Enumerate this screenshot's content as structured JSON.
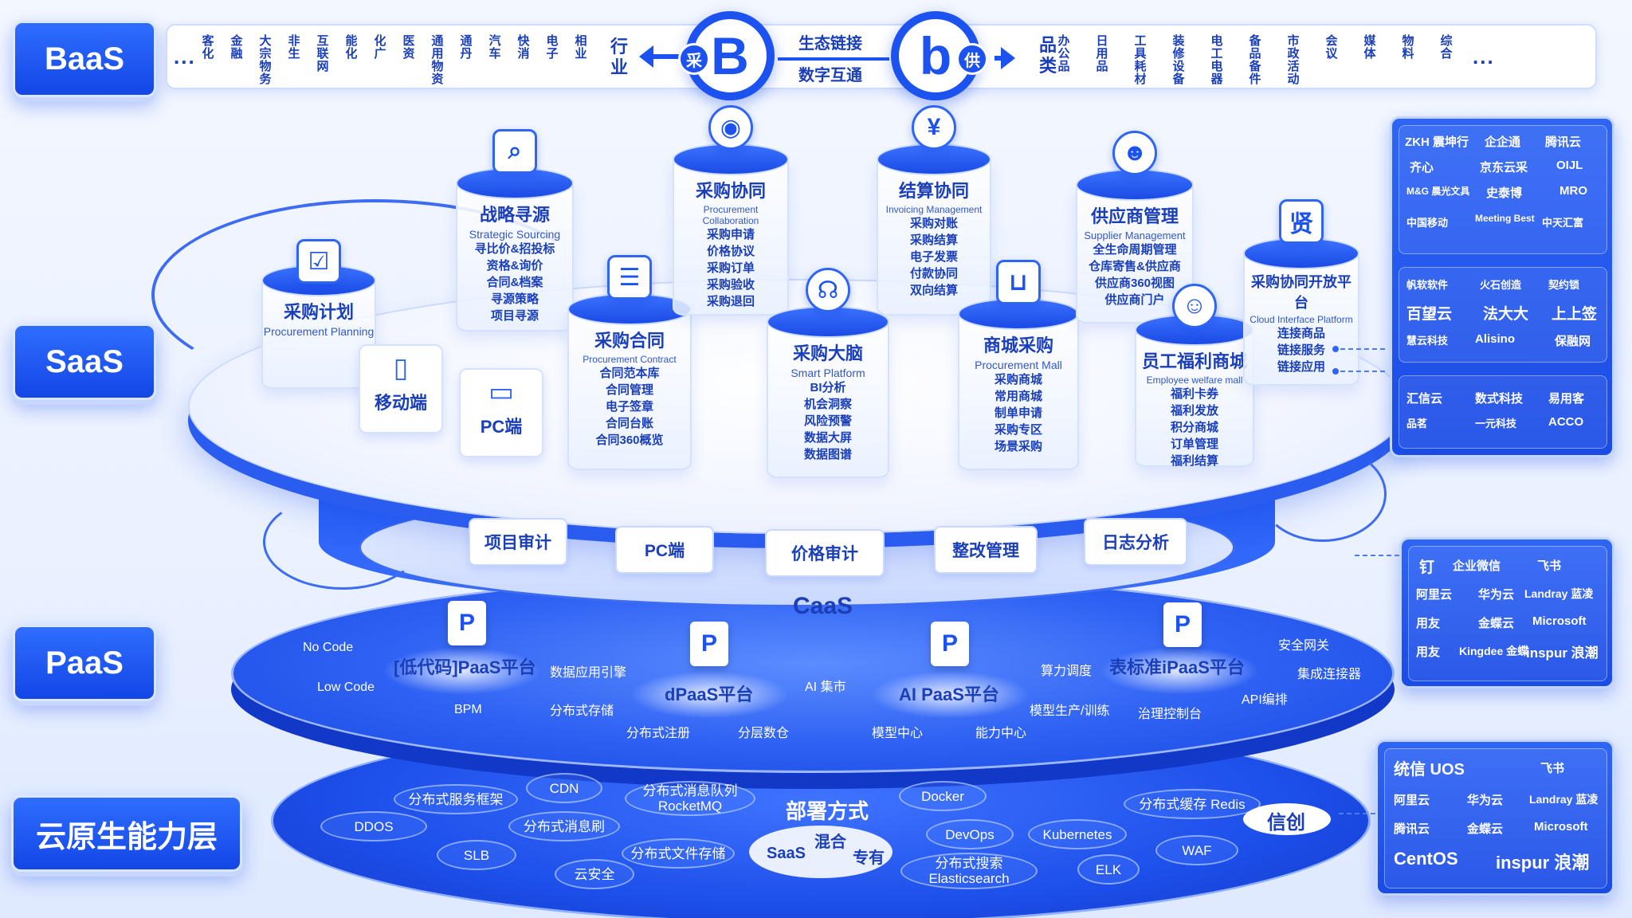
{
  "layers": {
    "baas": "BaaS",
    "saas": "SaaS",
    "paas": "PaaS",
    "cloud": "云原生能力层"
  },
  "topbar": {
    "left_industries": [
      "客化",
      "金融",
      "大宗物务",
      "非生",
      "互联网",
      "能化",
      "化广",
      "医资",
      "通用物资",
      "通丹",
      "汽车",
      "快消",
      "电子",
      "相业"
    ],
    "left_dots": "...",
    "industry_label": "行业",
    "buyer_letter": "B",
    "buyer_tag": "采",
    "link_top": "生态链接",
    "link_bottom": "数字互通",
    "seller_letter": "b",
    "seller_tag": "供",
    "category_label": "品类",
    "right_categories": [
      "办公品",
      "日用品",
      "工具耗材",
      "装修设备",
      "电工电器",
      "备品备件",
      "市政活动",
      "会议",
      "媒体",
      "物料",
      "综合"
    ],
    "right_dots": "..."
  },
  "saas": {
    "plan": {
      "title": "采购计划",
      "sub": "Procurement Planning"
    },
    "mobile": "移动端",
    "pc": "PC端",
    "sourcing": {
      "title": "战略寻源",
      "sub": "Strategic Sourcing",
      "items": [
        "寻比价&招投标",
        "资格&询价",
        "合同&档案",
        "寻源策略",
        "项目寻源"
      ]
    },
    "contract": {
      "title": "采购合同",
      "sub": "Procurement Contract",
      "items": [
        "合同范本库",
        "合同管理",
        "电子签章",
        "合同台账",
        "合同360概览"
      ]
    },
    "collab": {
      "title": "采购协同",
      "sub": "Procurement Collaboration",
      "items": [
        "采购申请",
        "价格协议",
        "采购订单",
        "采购验收",
        "采购退回"
      ]
    },
    "brain": {
      "title": "采购大脑",
      "sub": "Smart Platform",
      "items": [
        "BI分析",
        "机会洞察",
        "风险预警",
        "数据大屏",
        "数据图谱"
      ]
    },
    "settle": {
      "title": "结算协同",
      "sub": "Invoicing Management",
      "items": [
        "采购对账",
        "采购结算",
        "电子发票",
        "付款协同",
        "双向结算"
      ]
    },
    "mall": {
      "title": "商城采购",
      "sub": "Procurement Mall",
      "items": [
        "采购商城",
        "常用商城",
        "制单申请",
        "采购专区",
        "场景采购"
      ]
    },
    "supplier": {
      "title": "供应商管理",
      "sub": "Supplier Management",
      "items": [
        "全生命周期管理",
        "仓库寄售&供应商",
        "供应商360视图",
        "供应商门户"
      ]
    },
    "welfare": {
      "title": "员工福利商城",
      "sub": "Employee welfare mall",
      "items": [
        "福利卡券",
        "福利发放",
        "积分商城",
        "订单管理",
        "福利结算"
      ]
    },
    "open": {
      "title": "采购协同开放平台",
      "sub": "Cloud Interface Platform",
      "items": [
        "连接商品",
        "链接服务",
        "链接应用"
      ],
      "icon": "贤"
    }
  },
  "ring": {
    "items": [
      "项目审计",
      "PC端",
      "价格审计",
      "整改管理",
      "日志分析"
    ],
    "caas": "CaaS"
  },
  "paas": {
    "p": "P",
    "platforms": [
      "[低代码]PaaS平台",
      "dPaaS平台",
      "AI PaaS平台",
      "表标准iPaaS平台"
    ],
    "labels": [
      "No Code",
      "Low Code",
      "BPM",
      "数据应用引擎",
      "分布式存储",
      "分布式注册",
      "分层数仓",
      "AI 集市",
      "模型中心",
      "能力中心",
      "算力调度",
      "模型生产/训练",
      "治理控制台",
      "安全网关",
      "集成连接器",
      "API编排"
    ]
  },
  "cloud": {
    "items": [
      "分布式服务框架",
      "CDN",
      "分布式消息队列 RocketMQ",
      "Docker",
      "分布式缓存 Redis",
      "DDOS",
      "分布式消息刷",
      "DevOps",
      "Kubernetes",
      "SLB",
      "分布式文件存储",
      "WAF",
      "云安全",
      "分布式搜索 Elasticsearch",
      "ELK"
    ],
    "deploy_title": "部署方式",
    "deploy_mix": "混合",
    "deploy_saas": "SaaS",
    "deploy_private": "专有",
    "xinchuang": "信创"
  },
  "panels": {
    "p1": [
      "ZKH 震坤行",
      "企企通",
      "腾讯云",
      "齐心",
      "京东云采",
      "OIJL",
      "M&G 晨光文具",
      "史泰博",
      "MRO",
      "中国移动",
      "Meeting Best",
      "中天汇富"
    ],
    "p2": [
      "帆软软件",
      "火石创造",
      "契约锁",
      "百望云",
      "法大大",
      "上上签",
      "慧云科技",
      "Alisino",
      "保融网"
    ],
    "p3": [
      "汇信云",
      "数式科技",
      "易用客",
      "品茗",
      "一元科技",
      "ACCO"
    ],
    "p4": [
      "钉",
      "企业微信",
      "飞书",
      "阿里云",
      "华为云",
      "Landray 蓝凌",
      "用友",
      "金蝶云",
      "Microsoft",
      "用友",
      "Kingdee 金蝶",
      "inspur 浪潮"
    ],
    "p5": [
      "统信 UOS",
      "飞书",
      "阿里云",
      "华为云",
      "Landray 蓝凌",
      "腾讯云",
      "金蝶云",
      "Microsoft",
      "CentOS",
      "inspur 浪潮"
    ]
  }
}
